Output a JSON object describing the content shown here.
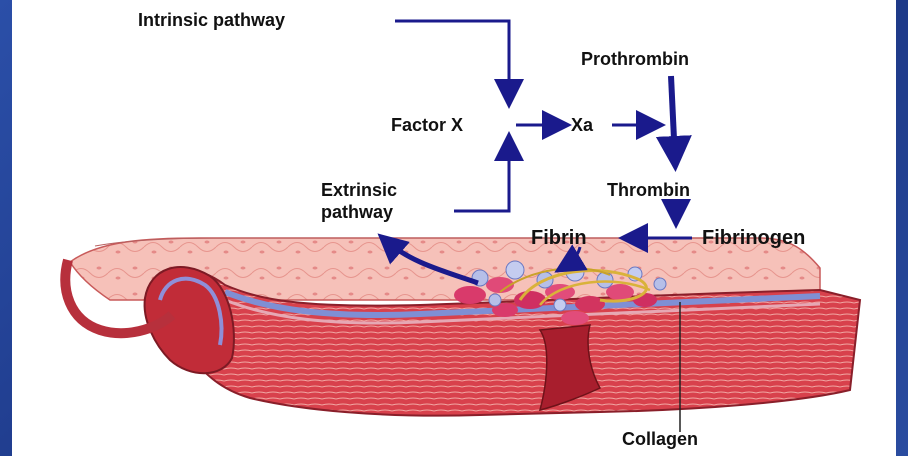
{
  "labels": {
    "intrinsic": "Intrinsic pathway",
    "factor_x": "Factor X",
    "xa": "Xa",
    "prothrombin": "Prothrombin",
    "thrombin": "Thrombin",
    "extrinsic_line1": "Extrinsic",
    "extrinsic_line2": "pathway",
    "fibrin": "Fibrin",
    "fibrinogen": "Fibrinogen",
    "collagen": "Collagen"
  },
  "colors": {
    "arrow": "#1a1a8c",
    "tissue": "#c8323e",
    "tissue_light": "#f4b7b1",
    "background": "#1f3f8e",
    "collagen_layer": "#7f8fd4"
  }
}
